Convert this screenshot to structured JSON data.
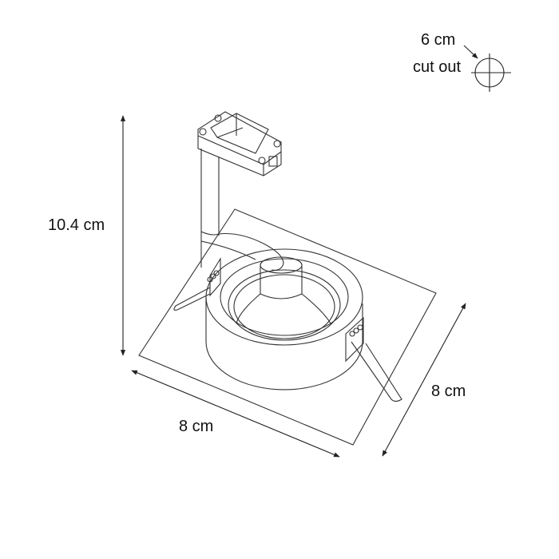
{
  "drawing": {
    "subject": "recessed spotlight fitting",
    "colors": {
      "line": "#333333",
      "text": "#111111",
      "background": "#ffffff"
    }
  },
  "dimensions": {
    "height": {
      "label": "10.4 cm",
      "value": 10.4,
      "unit": "cm"
    },
    "width": {
      "label": "8 cm",
      "value": 8,
      "unit": "cm"
    },
    "depth": {
      "label": "8 cm",
      "value": 8,
      "unit": "cm"
    }
  },
  "cutout": {
    "size_label": "6 cm",
    "caption": "cut out",
    "value": 6,
    "unit": "cm",
    "icon": "crosshair-circle-icon"
  }
}
